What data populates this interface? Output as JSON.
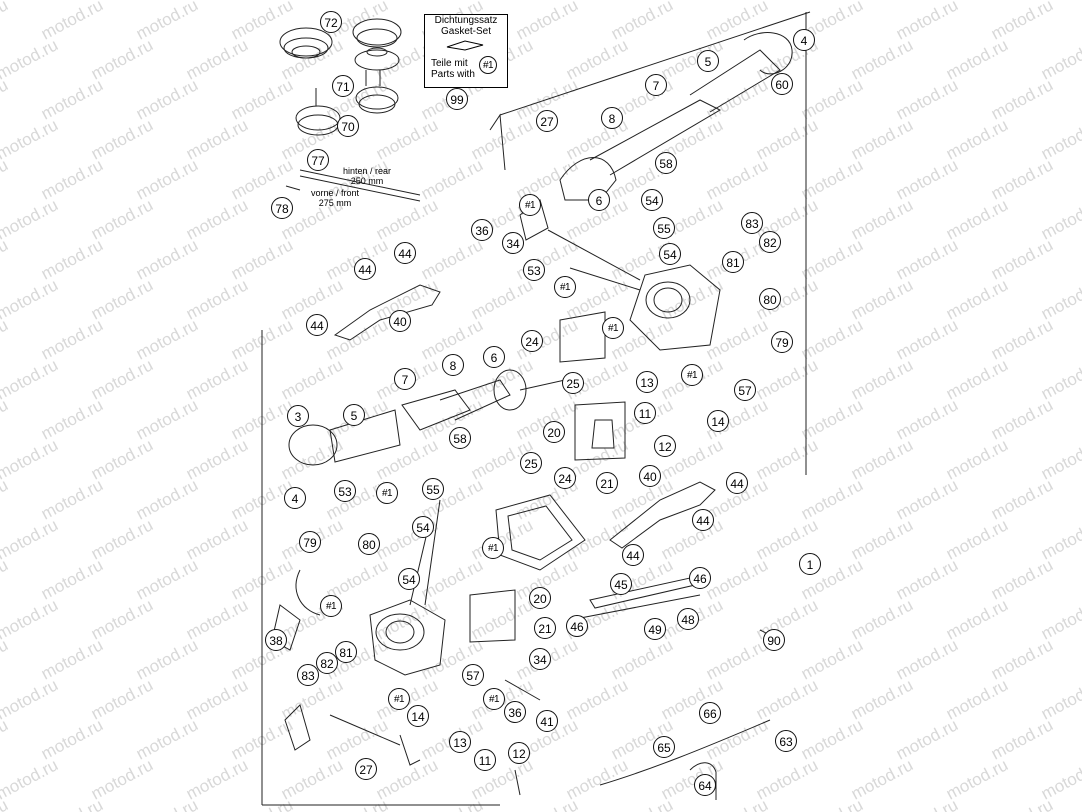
{
  "watermark": "motod.ru",
  "gasket_box": {
    "line1": "Dichtungssatz",
    "line2": "Gasket-Set",
    "line3": "Teile mit",
    "line4": "Parts with",
    "ref": "#1"
  },
  "hose_labels": {
    "rear_line1": "hinten / rear",
    "rear_line2": "250 mm",
    "front_line1": "vorne / front",
    "front_line2": "275 mm"
  },
  "callouts": [
    {
      "t": "72"
    },
    {
      "t": "70"
    },
    {
      "t": "71"
    },
    {
      "t": "99"
    },
    {
      "t": "77"
    },
    {
      "t": "78"
    },
    {
      "t": "4"
    },
    {
      "t": "5"
    },
    {
      "t": "7"
    },
    {
      "t": "60"
    },
    {
      "t": "27"
    },
    {
      "t": "8"
    },
    {
      "t": "58"
    },
    {
      "t": "6"
    },
    {
      "t": "54"
    },
    {
      "t": "55"
    },
    {
      "t": "54"
    },
    {
      "t": "#1"
    },
    {
      "t": "36"
    },
    {
      "t": "34"
    },
    {
      "t": "53"
    },
    {
      "t": "#1"
    },
    {
      "t": "83"
    },
    {
      "t": "82"
    },
    {
      "t": "81"
    },
    {
      "t": "80"
    },
    {
      "t": "79"
    },
    {
      "t": "44"
    },
    {
      "t": "44"
    },
    {
      "t": "44"
    },
    {
      "t": "40"
    },
    {
      "t": "24"
    },
    {
      "t": "#1"
    },
    {
      "t": "25"
    },
    {
      "t": "13"
    },
    {
      "t": "#1"
    },
    {
      "t": "57"
    },
    {
      "t": "11"
    },
    {
      "t": "14"
    },
    {
      "t": "12"
    },
    {
      "t": "20"
    },
    {
      "t": "7"
    },
    {
      "t": "8"
    },
    {
      "t": "6"
    },
    {
      "t": "3"
    },
    {
      "t": "5"
    },
    {
      "t": "58"
    },
    {
      "t": "4"
    },
    {
      "t": "53"
    },
    {
      "t": "#1"
    },
    {
      "t": "55"
    },
    {
      "t": "25"
    },
    {
      "t": "24"
    },
    {
      "t": "21"
    },
    {
      "t": "40"
    },
    {
      "t": "44"
    },
    {
      "t": "44"
    },
    {
      "t": "44"
    },
    {
      "t": "79"
    },
    {
      "t": "80"
    },
    {
      "t": "54"
    },
    {
      "t": "#1"
    },
    {
      "t": "54"
    },
    {
      "t": "1"
    },
    {
      "t": "45"
    },
    {
      "t": "46"
    },
    {
      "t": "48"
    },
    {
      "t": "49"
    },
    {
      "t": "46"
    },
    {
      "t": "#1"
    },
    {
      "t": "38"
    },
    {
      "t": "82"
    },
    {
      "t": "81"
    },
    {
      "t": "83"
    },
    {
      "t": "20"
    },
    {
      "t": "21"
    },
    {
      "t": "57"
    },
    {
      "t": "34"
    },
    {
      "t": "#1"
    },
    {
      "t": "14"
    },
    {
      "t": "#1"
    },
    {
      "t": "36"
    },
    {
      "t": "41"
    },
    {
      "t": "13"
    },
    {
      "t": "11"
    },
    {
      "t": "12"
    },
    {
      "t": "27"
    },
    {
      "t": "90"
    },
    {
      "t": "66"
    },
    {
      "t": "63"
    },
    {
      "t": "65"
    },
    {
      "t": "64"
    }
  ]
}
